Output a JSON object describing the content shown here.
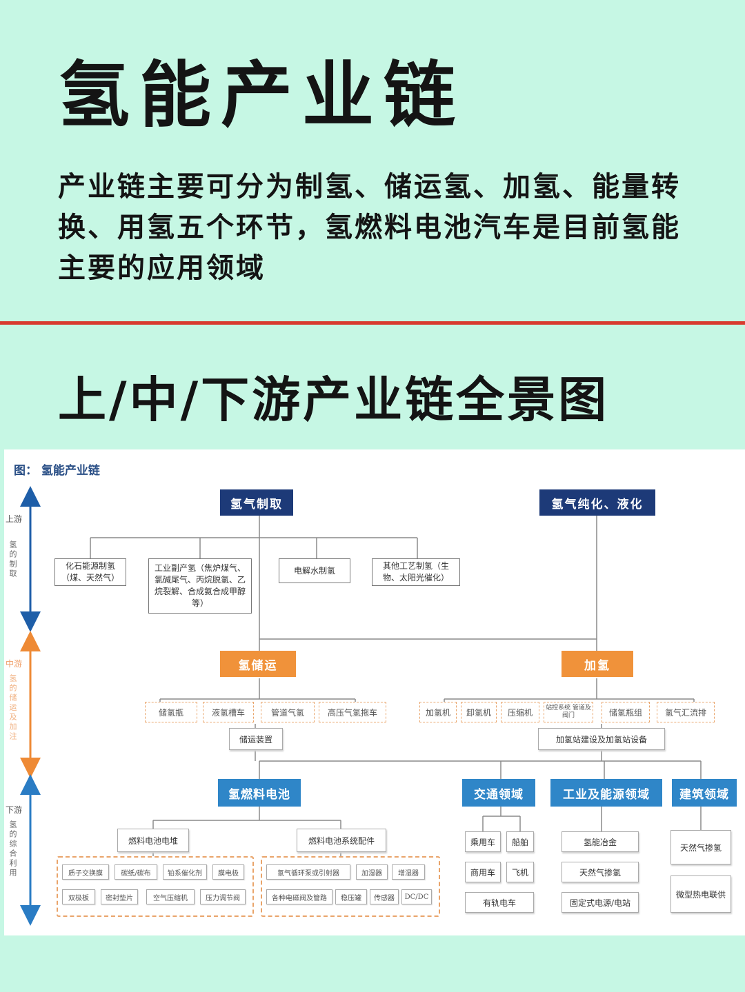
{
  "header": {
    "title": "氢能产业链",
    "description": "产业链主要可分为制氢、储运氢、加氢、能量转换、用氢五个环节，氢燃料电池汽车是目前氢能主要的应用领域"
  },
  "section": {
    "subtitle": "上/中/下游产业链全景图"
  },
  "figure": {
    "caption": "图： 氢能产业链",
    "side": {
      "upstream": {
        "head": "上游",
        "text": "氢的制取"
      },
      "midstream": {
        "head": "中游",
        "text": "氢的储运及加注"
      },
      "downstream": {
        "head": "下游",
        "text": "氢的综合利用"
      }
    },
    "upstream": {
      "production": "氢气制取",
      "purification": "氢气纯化、液化",
      "methods": [
        "化石能源制氢（煤、天然气）",
        "工业副产氢（焦炉煤气、氯碱尾气、丙烷脱氢、乙烷裂解、合成氨合成甲醇等）",
        "电解水制氢",
        "其他工艺制氢（生物、太阳光催化）"
      ]
    },
    "midstream": {
      "storage": "氢储运",
      "refuel": "加氢",
      "storage_items": [
        "储氢瓶",
        "液氢槽车",
        "管道气氢",
        "高压气氢拖车"
      ],
      "refuel_items": [
        "加氢机",
        "卸氢机",
        "压缩机",
        "站控系统 管道及阀门",
        "储氢瓶组",
        "氢气汇流排"
      ],
      "storage_equipment": "储运装置",
      "station_equipment": "加氢站建设及加氢站设备"
    },
    "downstream": {
      "fuel_cell": "氢燃料电池",
      "transport": "交通领域",
      "industry": "工业及能源领域",
      "building": "建筑领域",
      "stack": "燃料电池电堆",
      "system_parts": "燃料电池系统配件",
      "stack_parts": [
        "质子交换膜",
        "碳纸/碳布",
        "铂系催化剂",
        "膜电极",
        "双极板",
        "密封垫片",
        "空气压缩机",
        "压力调节阀"
      ],
      "system_items": [
        "氢气循环泵或引射器",
        "加湿器",
        "增湿器",
        "各种电磁阀及管路",
        "稳压罐",
        "传感器",
        "DC/DC"
      ],
      "transport_items": [
        "乘用车",
        "船舶",
        "商用车",
        "飞机",
        "有轨电车"
      ],
      "industry_items": [
        "氢能冶金",
        "天然气掺氢",
        "固定式电源/电站"
      ],
      "building_items": [
        "天然气掺氢",
        "微型热电联供"
      ]
    }
  }
}
